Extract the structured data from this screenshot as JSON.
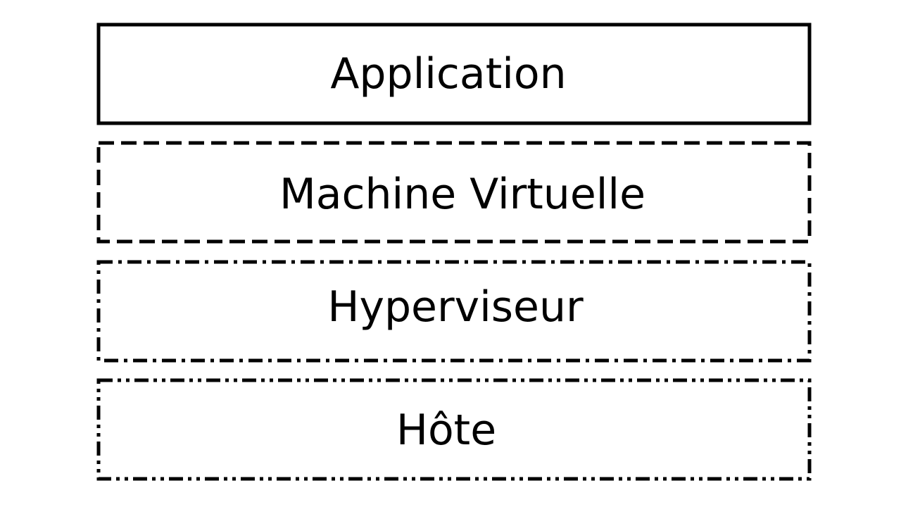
{
  "diagram": {
    "stroke_color": "#000000",
    "background_color": "#ffffff",
    "layers": [
      {
        "label": "Application",
        "line_style": "solid"
      },
      {
        "label": "Machine Virtuelle",
        "line_style": "dashed"
      },
      {
        "label": "Hyperviseur",
        "line_style": "dash-dot"
      },
      {
        "label": "Hôte",
        "line_style": "dash-dot-dot"
      }
    ]
  }
}
